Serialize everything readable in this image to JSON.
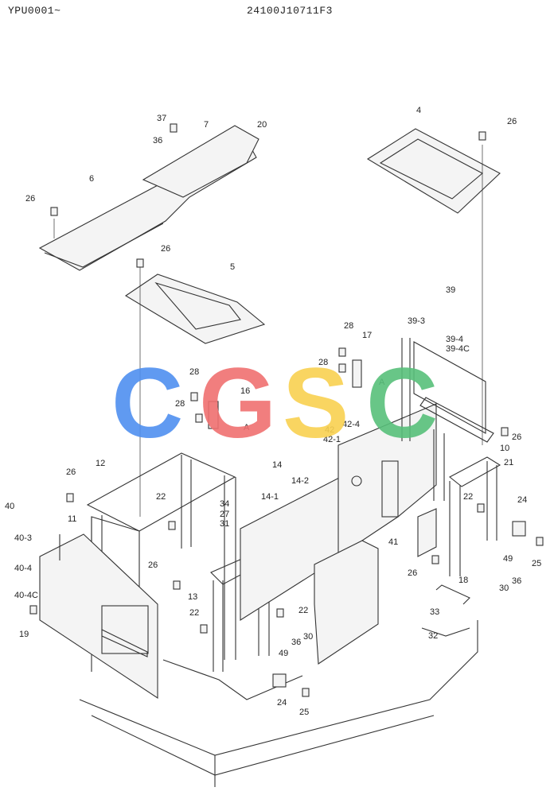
{
  "header": {
    "left": "YPU0001~",
    "center": "24100J10711F3"
  },
  "watermark": {
    "letters": [
      "C",
      "G",
      "S",
      "C"
    ],
    "colors": [
      "#4f8ff0",
      "#f07070",
      "#f8d050",
      "#58c07a"
    ]
  },
  "callouts": [
    "37",
    "7",
    "20",
    "36",
    "6",
    "26",
    "4",
    "26",
    "5",
    "26",
    "39",
    "39-3",
    "39-4",
    "39-4C",
    "28",
    "17",
    "28",
    "A",
    "28",
    "16",
    "28",
    "A",
    "42",
    "42-1",
    "42-4",
    "26",
    "10",
    "21",
    "12",
    "26",
    "14",
    "14-2",
    "14-1",
    "22",
    "34",
    "27",
    "31",
    "40",
    "40-3",
    "11",
    "40-4",
    "40-4C",
    "19",
    "26",
    "13",
    "22",
    "22",
    "41",
    "26",
    "18",
    "24",
    "25",
    "49",
    "36",
    "30",
    "22",
    "33",
    "32",
    "36",
    "30",
    "49",
    "24",
    "25"
  ]
}
